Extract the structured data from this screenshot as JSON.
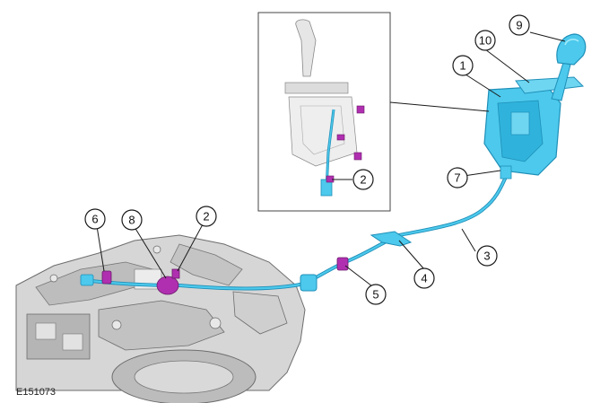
{
  "figure_id": "E151073",
  "callouts": {
    "c1": "1",
    "c2_inset": "2",
    "c2_main": "2",
    "c3": "3",
    "c4": "4",
    "c5": "5",
    "c6": "6",
    "c7": "7",
    "c8": "8",
    "c9": "9",
    "c10": "10"
  },
  "colors": {
    "part_blue": "#4cc9ec",
    "part_blue_dark": "#1f8fb8",
    "clip_magenta": "#b02fb0",
    "housing_grey": "#c9c9c9",
    "housing_dark": "#8d8d8d",
    "line": "#1a1a1a"
  }
}
